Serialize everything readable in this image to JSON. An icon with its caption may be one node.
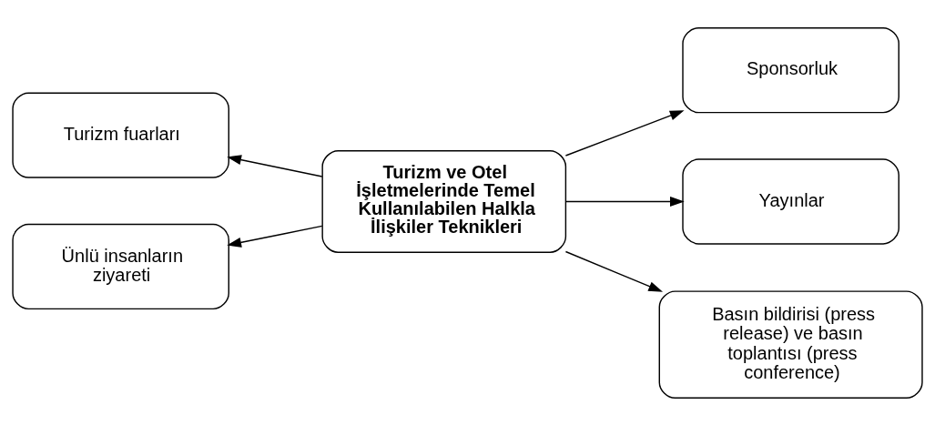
{
  "diagram": {
    "nodes": [
      {
        "text": [
          "Turizm ve Otel İşletmelerinde Temel Kullanılabilen Halkla İlişkiler Teknikleri"
        ]
      },
      {
        "text": [
          "Turizm fuarları"
        ]
      },
      {
        "text": [
          "Sponsorluk"
        ]
      },
      {
        "text": [
          "Ünlü insanların ziyareti"
        ]
      },
      {
        "text": [
          "Yayınlar"
        ]
      },
      {
        "text": [
          "Basın bildirisi (press release) ve basın toplantısı (press conference)"
        ]
      }
    ],
    "edges": [
      {
        "from": 0,
        "to": 1,
        "arrow": "to"
      },
      {
        "from": 0,
        "to": 2,
        "arrow": "to"
      },
      {
        "from": 0,
        "to": 3,
        "arrow": "to"
      },
      {
        "from": 0,
        "to": 4,
        "arrow": "to"
      },
      {
        "from": 0,
        "to": 5,
        "arrow": "to"
      }
    ]
  }
}
